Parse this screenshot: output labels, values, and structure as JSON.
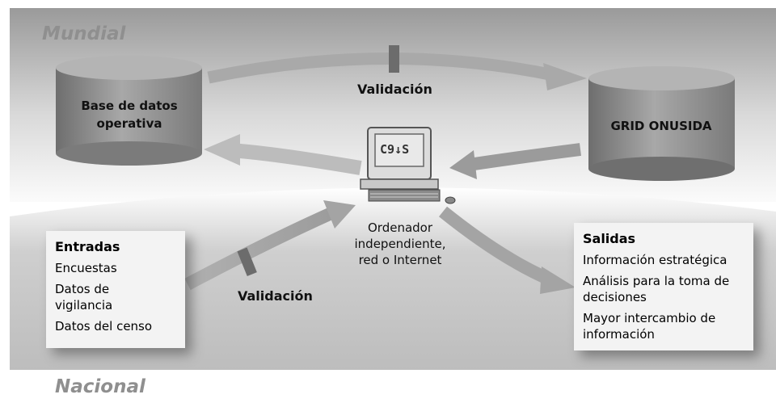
{
  "regions": {
    "global": "Mundial",
    "national": "Nacional"
  },
  "databases": {
    "left": "Base de datos operativa",
    "right": "GRID ONUSIDA"
  },
  "validation_top": "Validación",
  "validation_bottom": "Validación",
  "computer": {
    "screen_text": "C9↓S",
    "caption_lines": [
      "Ordenador",
      "independiente,",
      "red o Internet"
    ]
  },
  "inputs": {
    "title": "Entradas",
    "items": [
      "Encuestas",
      "Datos de vigilancia",
      "Datos del censo"
    ]
  },
  "outputs": {
    "title": "Salidas",
    "items": [
      "Información estratégica",
      "Análisis para la toma de decisiones",
      "Mayor intercambio de información"
    ]
  }
}
